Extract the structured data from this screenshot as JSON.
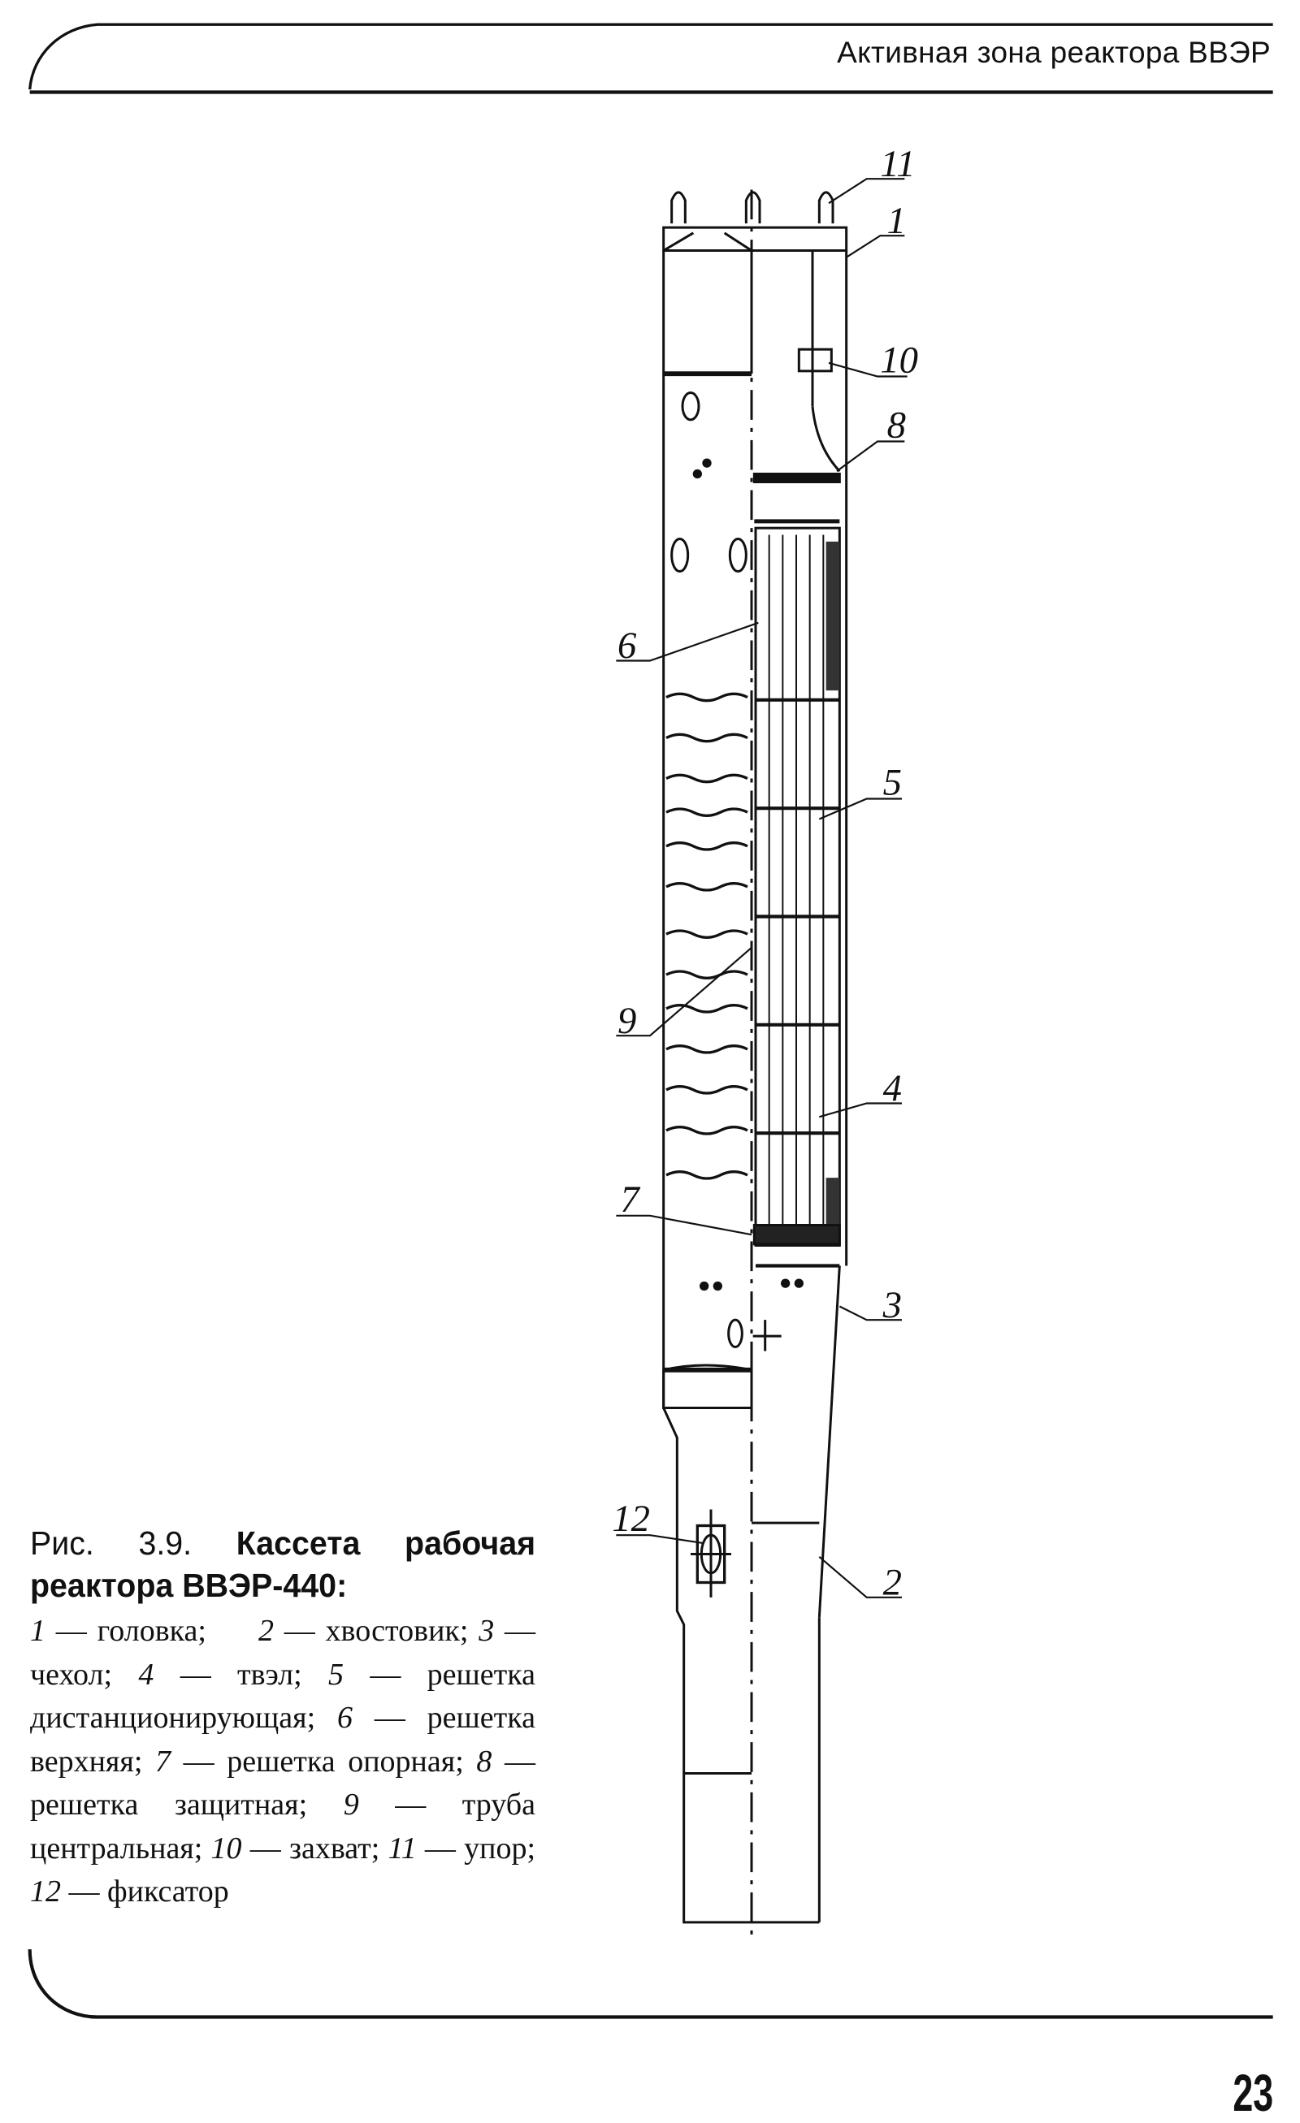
{
  "header": {
    "running_title": "Активная зона реактора ВВЭР"
  },
  "figure": {
    "labels": {
      "l11": "11",
      "l1": "1",
      "l10": "10",
      "l8": "8",
      "l6": "6",
      "l5": "5",
      "l9": "9",
      "l4": "4",
      "l7": "7",
      "l3": "3",
      "l12": "12",
      "l2": "2"
    }
  },
  "caption": {
    "number": "Рис. 3.9.",
    "title_line1": "Кассета рабочая",
    "title_line2": "реактора ВВЭР-440:",
    "items": [
      {
        "n": "1",
        "text": "головка;"
      },
      {
        "n": "2",
        "text": "хвостовик;"
      },
      {
        "n": "3",
        "text": "чехол;"
      },
      {
        "n": "4",
        "text": "твэл;"
      },
      {
        "n": "5",
        "text": "решетка дистанционирующая;"
      },
      {
        "n": "6",
        "text": "решетка верхняя;"
      },
      {
        "n": "7",
        "text": "решетка опорная;"
      },
      {
        "n": "8",
        "text": "решетка защитная;"
      },
      {
        "n": "9",
        "text": "труба центральная;"
      },
      {
        "n": "10",
        "text": "захват;"
      },
      {
        "n": "11",
        "text": "упор;"
      },
      {
        "n": "12",
        "text": "фиксатор"
      }
    ]
  },
  "footer": {
    "page_number": "23"
  }
}
